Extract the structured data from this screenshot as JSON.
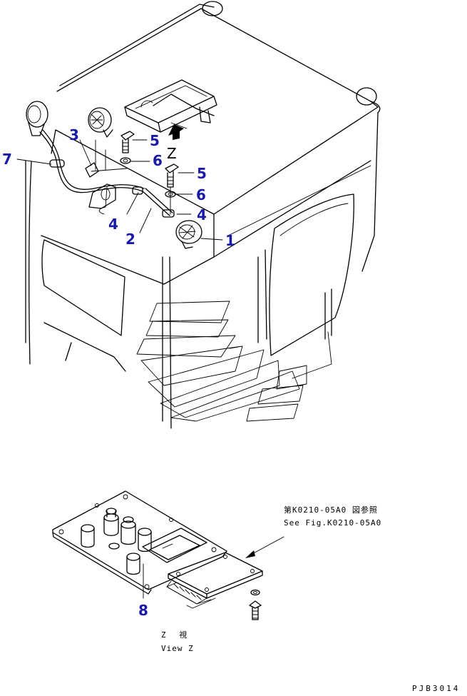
{
  "callouts": {
    "c1": "1",
    "c2": "2",
    "c3": "3",
    "c4a": "4",
    "c4b": "4",
    "c5a": "5",
    "c5b": "5",
    "c6a": "6",
    "c6b": "6",
    "c7": "7",
    "c8": "8"
  },
  "view_marker": "Z",
  "reference": {
    "jp": "第K0210-05A0 図参照",
    "en": "See Fig.K0210-05A0"
  },
  "view_caption": {
    "jp": "Z 視",
    "en": "View Z"
  },
  "drawing_code": "PJB3014",
  "colors": {
    "callout": "#1a1aa8",
    "line": "#000000"
  }
}
